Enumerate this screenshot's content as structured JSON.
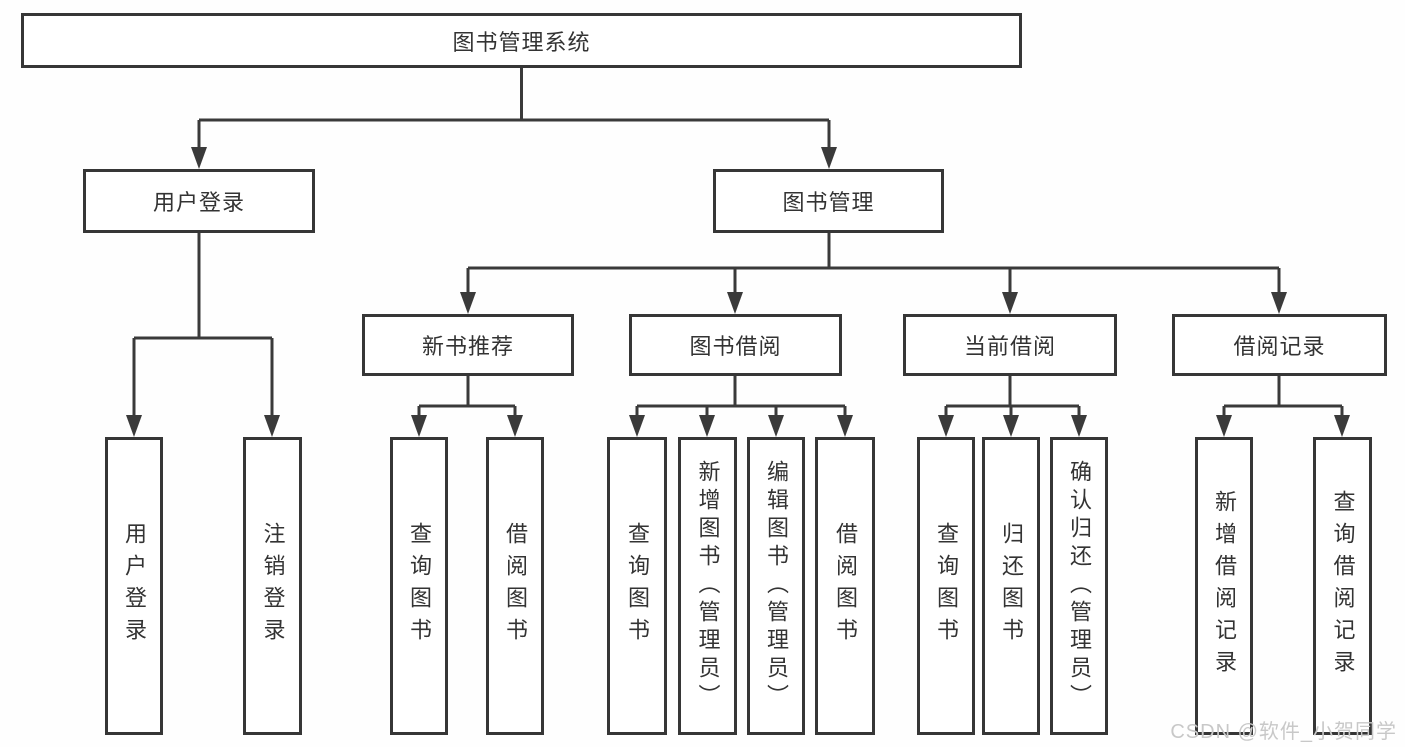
{
  "diagram": {
    "root": "图书管理系统",
    "level2": {
      "user_login": "用户登录",
      "book_management": "图书管理"
    },
    "level3": {
      "new_book_recommend": "新书推荐",
      "book_borrowing": "图书借阅",
      "current_borrowing": "当前借阅",
      "borrowing_records": "借阅记录"
    },
    "leaves": {
      "user_login": [
        "用户登录",
        "注销登录"
      ],
      "new_book_recommend": [
        "查询图书",
        "借阅图书"
      ],
      "book_borrowing": [
        "查询图书",
        "新增图书（管理员）",
        "编辑图书（管理员）",
        "借阅图书"
      ],
      "current_borrowing": [
        "查询图书",
        "归还图书",
        "确认归还（管理员）"
      ],
      "borrowing_records": [
        "新增借阅记录",
        "查询借阅记录"
      ]
    }
  },
  "watermark": {
    "text": "CSDN @软件_小贺同学"
  },
  "colors": {
    "line": "#3a3a3a",
    "box_border": "#363636",
    "text": "#333333",
    "watermark": "#c8c8c8",
    "background": "#ffffff"
  }
}
